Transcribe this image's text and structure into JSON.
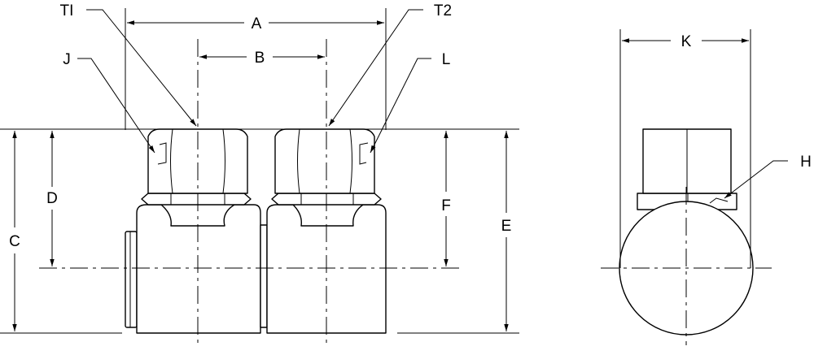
{
  "labels": {
    "T1": "TI",
    "T2": "T2",
    "A": "A",
    "B": "B",
    "J": "J",
    "L": "L",
    "K": "K",
    "H": "H",
    "C": "C",
    "D": "D",
    "F": "F",
    "E": "E"
  },
  "colors": {
    "line": "#000000",
    "background": "#ffffff"
  }
}
